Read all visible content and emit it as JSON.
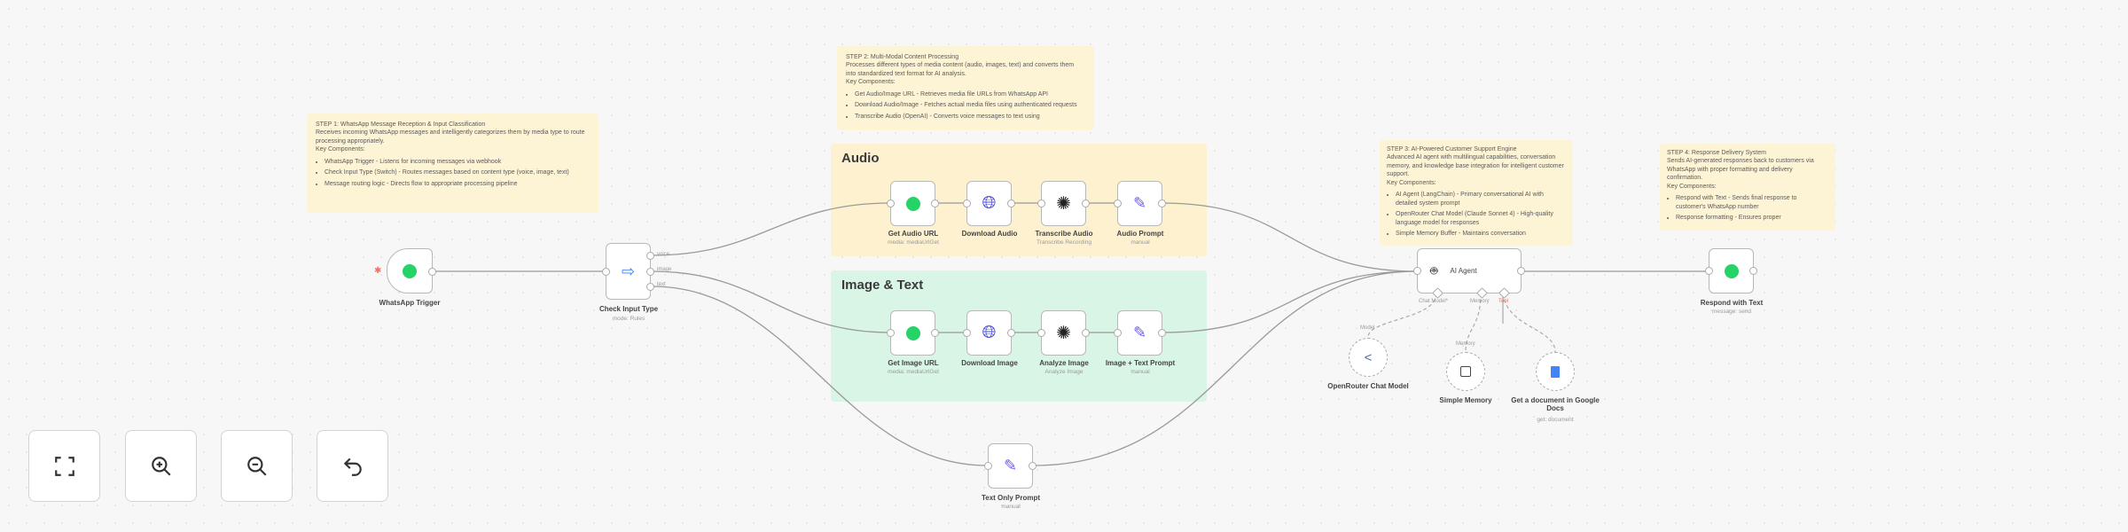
{
  "notes": [
    {
      "title": "STEP 1: WhatsApp Message Reception & Input Classification",
      "desc": "Receives incoming WhatsApp messages and intelligently categorizes them by media type to route processing appropriately.",
      "key": "Key Components:",
      "items": [
        "WhatsApp Trigger - Listens for incoming messages via webhook",
        "Check Input Type (Switch) - Routes messages based on content type (voice, image, text)",
        "Message routing logic - Directs flow to appropriate processing pipeline"
      ]
    },
    {
      "title": "STEP 2: Multi-Modal Content Processing",
      "desc": "Processes different types of media content (audio, images, text) and converts them into standardized text format for AI analysis.",
      "key": "Key Components:",
      "items": [
        "Get Audio/Image URL - Retrieves media file URLs from WhatsApp API",
        "Download Audio/Image - Fetches actual media files using authenticated requests",
        "Transcribe Audio (OpenAI) - Converts voice messages to text using"
      ]
    },
    {
      "title": "STEP 3: AI-Powered Customer Support Engine",
      "desc": "Advanced AI agent with multilingual capabilities, conversation memory, and knowledge base integration for intelligent customer support.",
      "key": "Key Components:",
      "items": [
        "AI Agent (LangChain) - Primary conversational AI with detailed system prompt",
        "OpenRouter Chat Model (Claude Sonnet 4) - High-quality language model for responses",
        "Simple Memory Buffer - Maintains conversation"
      ]
    },
    {
      "title": "STEP 4: Response Delivery System",
      "desc": "Sends AI-generated responses back to customers via WhatsApp with proper formatting and delivery confirmation.",
      "key": "Key Components:",
      "items": [
        "Respond with Text - Sends final response to customer's WhatsApp number",
        "Response formatting - Ensures proper"
      ]
    }
  ],
  "groups": {
    "audio": "Audio",
    "image": "Image & Text"
  },
  "nodes": {
    "trigger": {
      "label": "WhatsApp Trigger"
    },
    "check": {
      "label": "Check Input Type",
      "sub": "mode: Rules",
      "outputs": [
        "voice",
        "image",
        "text"
      ]
    },
    "audio": [
      {
        "label": "Get Audio URL",
        "sub": "media: mediaUrlGet"
      },
      {
        "label": "Download Audio",
        "sub": ""
      },
      {
        "label": "Transcribe Audio",
        "sub": "Transcribe Recording"
      },
      {
        "label": "Audio Prompt",
        "sub": "manual"
      }
    ],
    "image": [
      {
        "label": "Get Image URL",
        "sub": "media: mediaUrlGet"
      },
      {
        "label": "Download Image",
        "sub": ""
      },
      {
        "label": "Analyze Image",
        "sub": "Analyze Image"
      },
      {
        "label": "Image + Text Prompt",
        "sub": "manual"
      }
    ],
    "text": {
      "label": "Text Only Prompt",
      "sub": "manual"
    },
    "agent": {
      "label": "AI Agent",
      "handles": [
        "Chat Model*",
        "Memory",
        "Tool"
      ]
    },
    "model": {
      "label": "OpenRouter Chat Model",
      "handle": "Model"
    },
    "memory": {
      "label": "Simple Memory",
      "handle": "Memory"
    },
    "docs": {
      "label": "Get a document in Google Docs",
      "sub": "get: document"
    },
    "respond": {
      "label": "Respond with Text",
      "sub": "message: send"
    }
  },
  "controls": [
    "fit-view",
    "zoom-in",
    "zoom-out",
    "undo"
  ],
  "colors": {
    "whatsapp": "#25d366",
    "globe": "#4b4bd6",
    "pencil": "#6b5bf0",
    "audio_group": "#fdf1cf",
    "image_group": "#d9f5e5",
    "docs": "#4285f4"
  }
}
